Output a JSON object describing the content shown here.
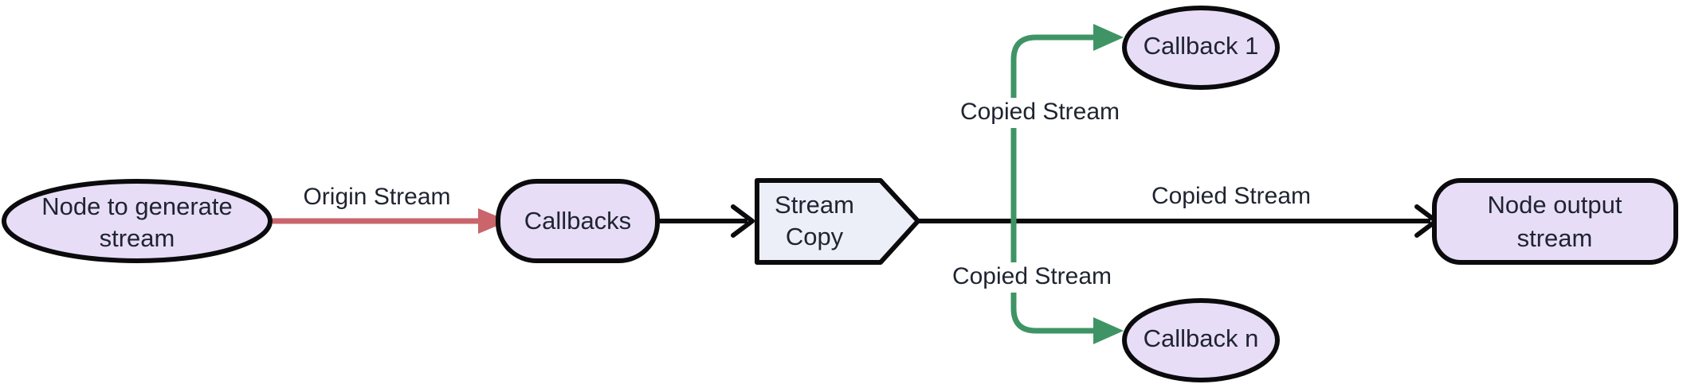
{
  "diagram": {
    "title": "Stream copy flow diagram",
    "background_color": "#ffffff",
    "colors": {
      "node_fill_lavender": "#e8ddf7",
      "node_fill_bluegrey": "#eceff7",
      "node_stroke": "#0b0b0d",
      "text": "#1f2430",
      "edge_black": "#0b0b0d",
      "edge_red": "#c9656b",
      "edge_green": "#3f9465"
    },
    "nodes": [
      {
        "id": "node-to-generate-stream",
        "label": "Node to generate stream",
        "label_lines": [
          "Node to generate",
          "stream"
        ],
        "shape": "ellipse",
        "fill": "#e8ddf7"
      },
      {
        "id": "callbacks",
        "label": "Callbacks",
        "label_lines": [
          "Callbacks"
        ],
        "shape": "stadium",
        "fill": "#e8ddf7"
      },
      {
        "id": "stream-copy",
        "label": "Stream Copy",
        "label_lines": [
          "Stream",
          "Copy"
        ],
        "shape": "pentagon-arrow",
        "fill": "#eceff7"
      },
      {
        "id": "callback-1",
        "label": "Callback 1",
        "label_lines": [
          "Callback 1"
        ],
        "shape": "ellipse",
        "fill": "#e8ddf7"
      },
      {
        "id": "callback-n",
        "label": "Callback n",
        "label_lines": [
          "Callback n"
        ],
        "shape": "ellipse",
        "fill": "#e8ddf7"
      },
      {
        "id": "node-output-stream",
        "label": "Node output stream",
        "label_lines": [
          "Node output",
          "stream"
        ],
        "shape": "rounded-rect",
        "fill": "#e8ddf7"
      }
    ],
    "edges": [
      {
        "id": "edge-origin-stream",
        "from": "node-to-generate-stream",
        "to": "callbacks",
        "label": "Origin Stream",
        "color": "#c9656b",
        "arrow": "filled"
      },
      {
        "id": "edge-callbacks-to-streamcopy",
        "from": "callbacks",
        "to": "stream-copy",
        "label": "",
        "color": "#0b0b0d",
        "arrow": "open"
      },
      {
        "id": "edge-copied-stream-top",
        "from": "stream-copy",
        "to": "callback-1",
        "label": "Copied Stream",
        "color": "#3f9465",
        "arrow": "filled"
      },
      {
        "id": "edge-copied-stream-middle",
        "from": "stream-copy",
        "to": "node-output-stream",
        "label": "Copied Stream",
        "color": "#0b0b0d",
        "arrow": "open"
      },
      {
        "id": "edge-copied-stream-bottom",
        "from": "stream-copy",
        "to": "callback-n",
        "label": "Copied Stream",
        "color": "#3f9465",
        "arrow": "filled"
      }
    ]
  }
}
